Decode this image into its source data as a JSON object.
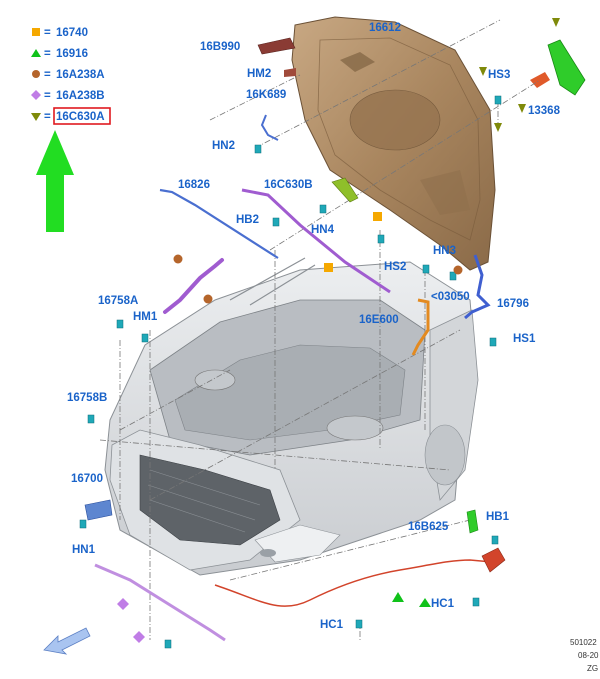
{
  "colors": {
    "label_blue": "#1a63c9",
    "marker_orange": "#f5a800",
    "marker_green": "#10c21a",
    "marker_brown": "#b5652b",
    "marker_violet": "#c07de6",
    "marker_olive": "#7f8a0a",
    "highlight_red": "#e0191f",
    "arrow_green": "#22dd22",
    "hood_tan": "#b08c6a",
    "body_gray": "#d9dcdf",
    "cable_red": "#d2442b",
    "rod_blue": "#4a6fd0",
    "seal_purple": "#a05cd0",
    "clip_teal": "#1fa8b8"
  },
  "legend": [
    {
      "marker": "square",
      "part": "16740"
    },
    {
      "marker": "triangle-up",
      "part": "16916"
    },
    {
      "marker": "circle",
      "part": "16A238A"
    },
    {
      "marker": "diamond",
      "part": "16A238B"
    },
    {
      "marker": "triangle-down",
      "part": "16C630A"
    }
  ],
  "legend_separator": "=",
  "labels": {
    "p16612": "16612",
    "p16b990": "16B990",
    "hm2": "HM2",
    "p16k689": "16K689",
    "hn2": "HN2",
    "hs3": "HS3",
    "p13368": "13368",
    "p16826": "16826",
    "p16c630b": "16C630B",
    "hb2": "HB2",
    "hn4": "HN4",
    "hn3": "HN3",
    "hs2": "HS2",
    "p03050": "<03050",
    "p16796": "16796",
    "p16e600": "16E600",
    "hs1": "HS1",
    "p16758a": "16758A",
    "hm1": "HM1",
    "p16758b": "16758B",
    "p16700": "16700",
    "hn1": "HN1",
    "p16b625": "16B625",
    "hb1": "HB1",
    "hc1_right": "HC1",
    "hc1_bottom": "HC1"
  },
  "footer": {
    "line1": "501022",
    "line2": "08-20",
    "line3": "ZG"
  }
}
